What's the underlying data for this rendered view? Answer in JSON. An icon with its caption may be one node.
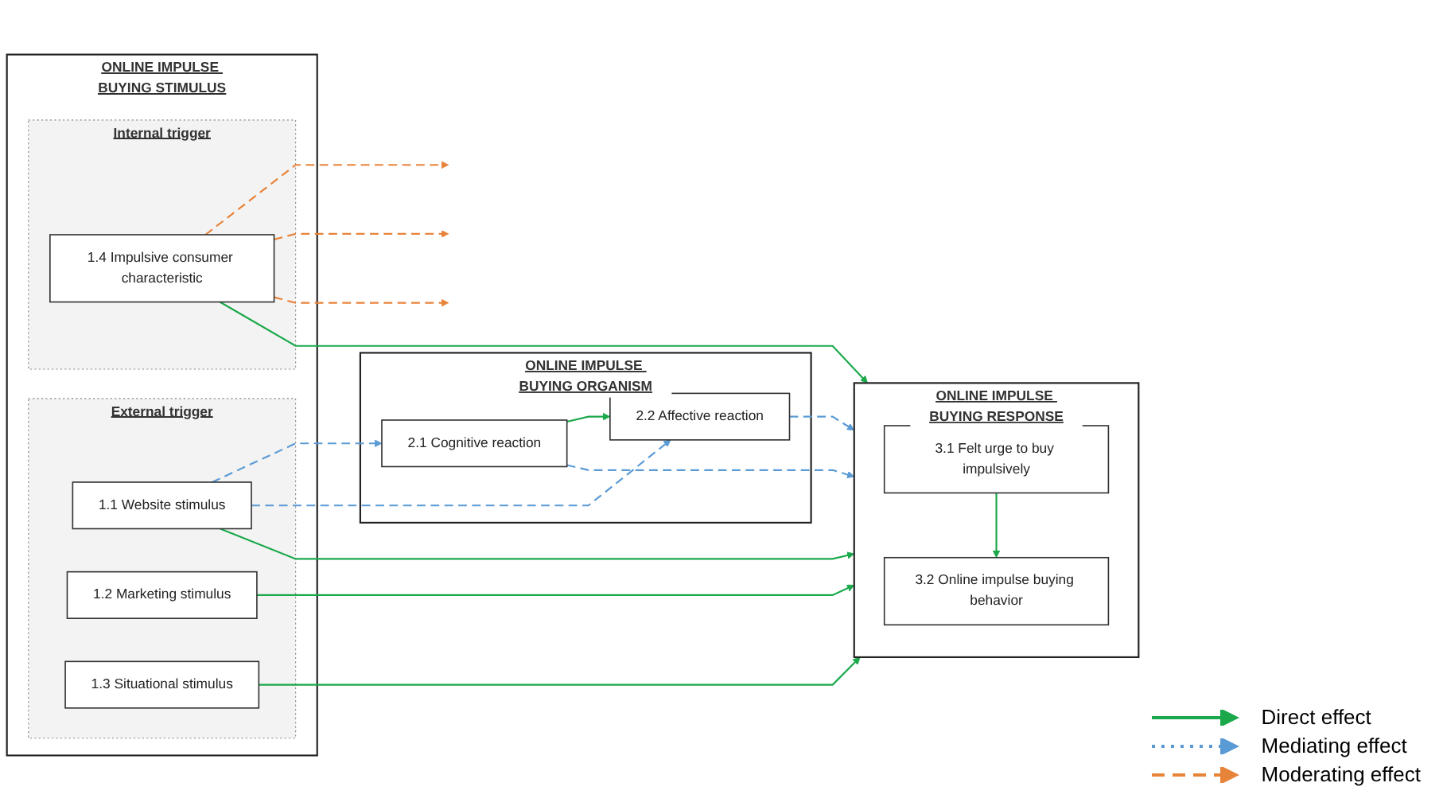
{
  "diagram": {
    "nodes": [
      {
        "text": [
          "ONLINE IMPULSE BUYING STIMULUS"
        ]
      },
      {
        "text": [
          "External trigger"
        ],
        "in": 0
      },
      {
        "text": [
          "1.1 Website stimulus"
        ],
        "in": 1
      },
      {
        "text": [
          "1.2 Marketing stimulus"
        ],
        "in": 1
      },
      {
        "text": [
          "1.3 Situational stimulus"
        ],
        "in": 1
      },
      {
        "text": [
          "Internal trigger"
        ],
        "in": 0
      },
      {
        "text": [
          "1.4 Impulsive consumer characteristic"
        ],
        "in": 5
      },
      {
        "text": [
          "ONLINE IMPULSE BUYING ORGANISM"
        ]
      },
      {
        "text": [
          "2.1 Cognitive reaction"
        ],
        "in": 7
      },
      {
        "text": [
          "2.2 Affective reaction"
        ],
        "in": 7
      },
      {
        "text": [
          "ONLINE IMPULSE BUYING RESPONSE"
        ]
      },
      {
        "text": [
          "3.1 Felt urge to buy impulsively"
        ],
        "in": 10
      },
      {
        "text": [
          "3.2 Online impulse buying behavior"
        ],
        "in": 10
      }
    ],
    "edges": [
      {
        "from": 2,
        "to": 10,
        "arrow": "to"
      },
      {
        "from": 3,
        "to": 10,
        "arrow": "to"
      },
      {
        "from": 4,
        "to": 10,
        "arrow": "to"
      },
      {
        "from": 6,
        "to": 10,
        "arrow": "to"
      },
      {
        "from": 2,
        "to": 8,
        "arrow": "to",
        "style": "dashed",
        "color": "#5b9bd5"
      },
      {
        "from": 2,
        "to": 9,
        "arrow": "to",
        "style": "dashed",
        "color": "#5b9bd5"
      },
      {
        "from": 8,
        "to": 9,
        "arrow": "to"
      },
      {
        "from": 8,
        "to": 10,
        "arrow": "to",
        "style": "dashed",
        "color": "#5b9bd5"
      },
      {
        "from": 9,
        "to": 10,
        "arrow": "to",
        "style": "dashed",
        "color": "#5b9bd5"
      },
      {
        "from": 11,
        "to": 12,
        "arrow": "to"
      },
      {
        "from": 6,
        "to": null,
        "arrow": "to",
        "style": "dashed",
        "color": "#e8833a"
      },
      {
        "from": 6,
        "to": null,
        "arrow": "to",
        "style": "dashed",
        "color": "#e8833a"
      },
      {
        "from": 6,
        "to": null,
        "arrow": "to",
        "style": "dashed",
        "color": "#e8833a"
      }
    ],
    "legend": [
      {
        "text": "Direct effect"
      },
      {
        "text": "Mediating effect"
      },
      {
        "text": "Moderating effect"
      }
    ]
  }
}
